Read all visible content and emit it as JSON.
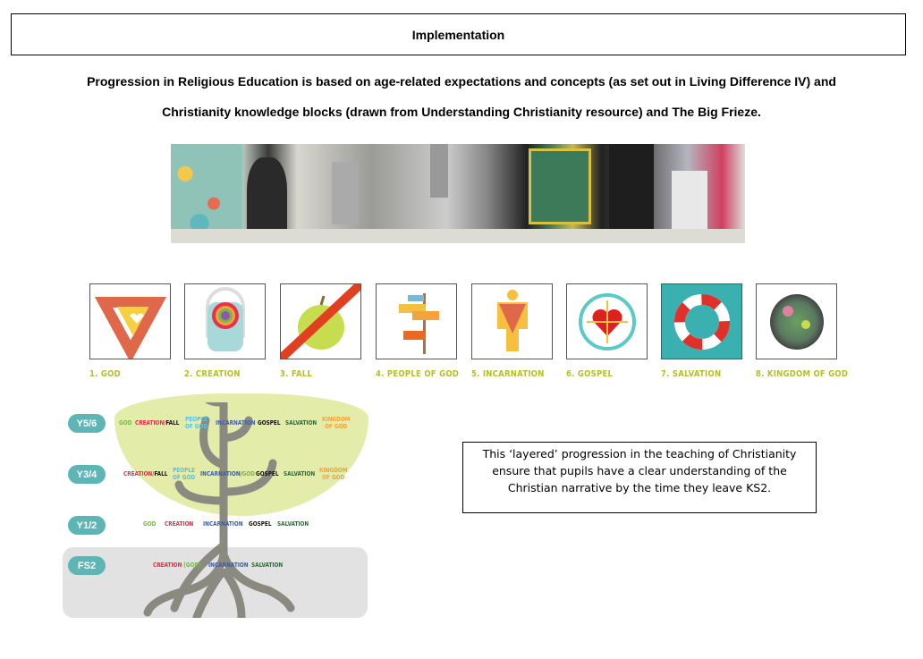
{
  "title": "Implementation",
  "intro": [
    "Progression in Religious Education is based on age-related expectations and concepts (as set out in Living Difference IV) and",
    "Christianity knowledge blocks (drawn from Understanding Christianity resource) and The Big Frieze."
  ],
  "concepts": [
    {
      "label": "1. GOD",
      "icon": "impossible-triangle-icon"
    },
    {
      "label": "2. CREATION",
      "icon": "rainbow-creation-icon"
    },
    {
      "label": "3. FALL",
      "icon": "apple-hands-icon"
    },
    {
      "label": "4. PEOPLE OF GOD",
      "icon": "signpost-icon"
    },
    {
      "label": "5. INCARNATION",
      "icon": "figure-heart-icon"
    },
    {
      "label": "6. GOSPEL",
      "icon": "heart-arrows-icon"
    },
    {
      "label": "7. SALVATION",
      "icon": "lifebuoy-icon"
    },
    {
      "label": "8. KINGDOM OF GOD",
      "icon": "globe-icon"
    }
  ],
  "colors": {
    "god": "#7ab648",
    "creation": "#e8304a",
    "fall": "#111111",
    "people": "#5bc0e0",
    "incarnation": "#3b5ea8",
    "gospel": "#111111",
    "salvation": "#2e6b3a",
    "kingdom": "#f4a23a"
  },
  "tree": [
    {
      "stage": "Y5/6",
      "items": [
        [
          [
            "GOD",
            "god"
          ]
        ],
        [
          [
            "CREATION/",
            "creation"
          ],
          [
            "FALL",
            "fall"
          ]
        ],
        [
          [
            "PEOPLE\nOF GOD",
            "people"
          ]
        ],
        [
          [
            "INCARNATION",
            "incarnation"
          ]
        ],
        [
          [
            "GOSPEL",
            "gospel"
          ]
        ],
        [
          [
            "SALVATION",
            "salvation"
          ]
        ],
        [
          [
            "KINGDOM\nOF GOD",
            "kingdom"
          ]
        ]
      ]
    },
    {
      "stage": "Y3/4",
      "items": [
        [
          [
            "CREATION/",
            "creation"
          ],
          [
            "FALL",
            "fall"
          ]
        ],
        [
          [
            "PEOPLE\nOF GOD",
            "people"
          ]
        ],
        [
          [
            "INCARNATION/",
            "incarnation"
          ],
          [
            "GOD",
            "god"
          ]
        ],
        [
          [
            "GOSPEL",
            "gospel"
          ]
        ],
        [
          [
            "SALVATION",
            "salvation"
          ]
        ],
        [
          [
            "KINGDOM\nOF GOD",
            "kingdom"
          ]
        ]
      ]
    },
    {
      "stage": "Y1/2",
      "items": [
        [
          [
            "GOD",
            "god"
          ]
        ],
        [
          [
            "CREATION",
            "creation"
          ]
        ],
        [
          [
            "INCARNATION",
            "incarnation"
          ]
        ],
        [
          [
            "GOSPEL",
            "gospel"
          ]
        ],
        [
          [
            "SALVATION",
            "salvation"
          ]
        ]
      ]
    },
    {
      "stage": "FS2",
      "items": [
        [
          [
            "CREATION ",
            "creation"
          ],
          [
            "(GOD)",
            "god"
          ]
        ],
        [
          [
            "INCARNATION",
            "incarnation"
          ]
        ],
        [
          [
            "SALVATION",
            "salvation"
          ]
        ]
      ]
    }
  ],
  "note": "This ‘layered’ progression in the teaching of Christianity ensure that pupils have a clear understanding of the Christian narrative by the time they leave KS2."
}
